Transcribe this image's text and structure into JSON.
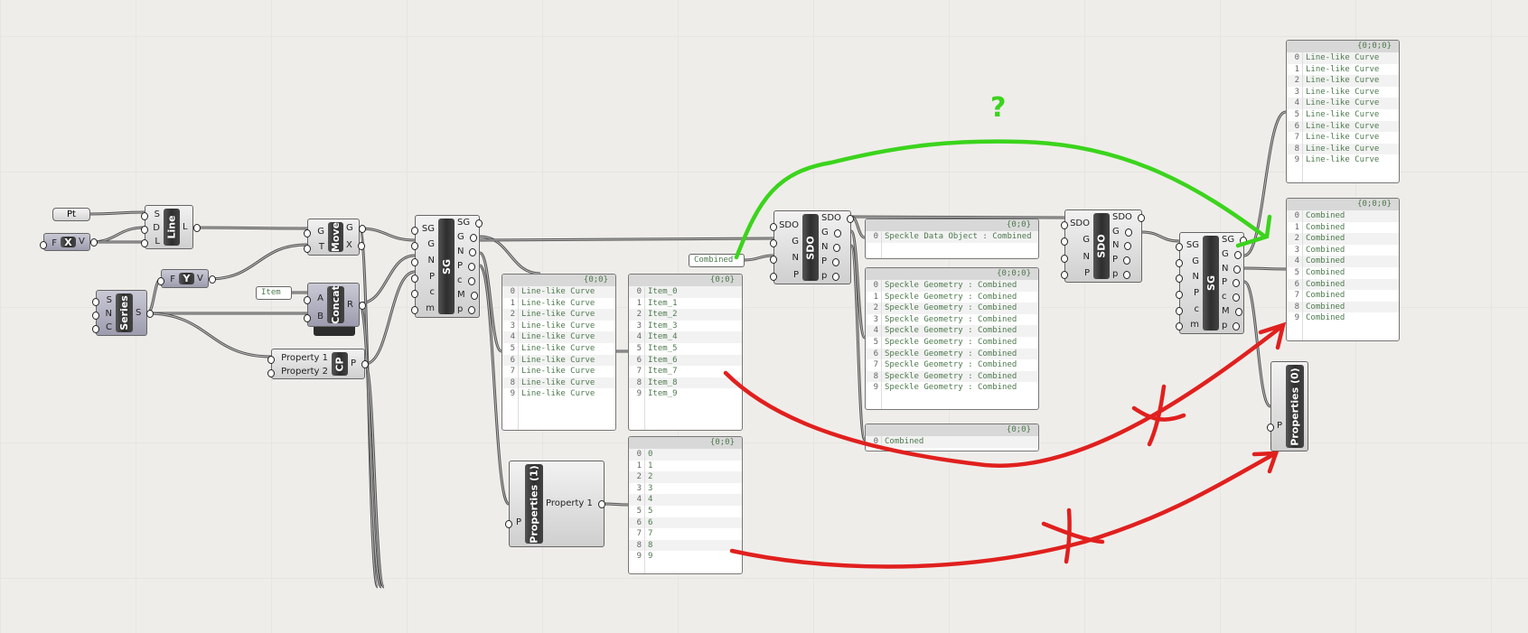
{
  "components": {
    "pt": {
      "title": "Pt"
    },
    "x": {
      "title": "X",
      "inputs": [
        "F"
      ],
      "outputs": [
        "V"
      ]
    },
    "y": {
      "title": "Y",
      "inputs": [
        "F"
      ],
      "outputs": [
        "V"
      ]
    },
    "line": {
      "title": "Line",
      "inputs": [
        "S",
        "D",
        "L"
      ],
      "outputs": [
        "L"
      ]
    },
    "move": {
      "title": "Move",
      "inputs": [
        "G",
        "T"
      ],
      "outputs": [
        "G",
        "X"
      ]
    },
    "series": {
      "title": "Series",
      "inputs": [
        "S",
        "N",
        "C"
      ],
      "outputs": [
        "S"
      ]
    },
    "concat": {
      "title": "Concat",
      "inputs": [
        "A",
        "B"
      ],
      "outputs": [
        "R"
      ]
    },
    "cp": {
      "title": "CP",
      "inputs": [
        "Property 1",
        "Property 2"
      ],
      "outputs": [
        "P"
      ]
    },
    "sg1": {
      "title": "SG",
      "inputs": [
        "SG",
        "G",
        "N",
        "P",
        "c",
        "m"
      ],
      "outputs": [
        "SG",
        "G",
        "N",
        "P",
        "c",
        "M",
        "p"
      ]
    },
    "props1": {
      "title": "Properties (1)",
      "inputs": [
        "P"
      ],
      "outputs": [
        "Property 1"
      ]
    },
    "sdo1": {
      "title": "SDO",
      "inputs": [
        "SDO",
        "G",
        "N",
        "P"
      ],
      "outputs": [
        "SDO",
        "G",
        "N",
        "P",
        "p"
      ]
    },
    "sdo2": {
      "title": "SDO",
      "inputs": [
        "SDO",
        "G",
        "N",
        "P"
      ],
      "outputs": [
        "SDO",
        "G",
        "N",
        "P",
        "p"
      ]
    },
    "sg2": {
      "title": "SG",
      "inputs": [
        "SG",
        "G",
        "N",
        "P",
        "c",
        "m"
      ],
      "outputs": [
        "SG",
        "G",
        "N",
        "P",
        "c",
        "M",
        "p"
      ]
    },
    "props0": {
      "title": "Properties (0)",
      "inputs": [
        "P"
      ],
      "outputs": []
    }
  },
  "text_inputs": {
    "item": "Item",
    "combined": "Combined"
  },
  "panels": {
    "curves": {
      "path": "{0;0}",
      "items": [
        "Line-like Curve",
        "Line-like Curve",
        "Line-like Curve",
        "Line-like Curve",
        "Line-like Curve",
        "Line-like Curve",
        "Line-like Curve",
        "Line-like Curve",
        "Line-like Curve",
        "Line-like Curve"
      ]
    },
    "names": {
      "path": "{0;0}",
      "items": [
        "Item_0",
        "Item_1",
        "Item_2",
        "Item_3",
        "Item_4",
        "Item_5",
        "Item_6",
        "Item_7",
        "Item_8",
        "Item_9"
      ]
    },
    "numbers": {
      "path": "{0;0}",
      "items": [
        "0",
        "1",
        "2",
        "3",
        "4",
        "5",
        "6",
        "7",
        "8",
        "9"
      ]
    },
    "sdo": {
      "path": "{0;0}",
      "items": [
        "Speckle Data Object : Combined"
      ]
    },
    "geometry": {
      "path": "{0;0;0}",
      "items": [
        "Speckle Geometry : Combined",
        "Speckle Geometry : Combined",
        "Speckle Geometry : Combined",
        "Speckle Geometry : Combined",
        "Speckle Geometry : Combined",
        "Speckle Geometry : Combined",
        "Speckle Geometry : Combined",
        "Speckle Geometry : Combined",
        "Speckle Geometry : Combined",
        "Speckle Geometry : Combined"
      ]
    },
    "combined_small": {
      "path": "{0;0}",
      "items": [
        "Combined"
      ]
    },
    "out_curves": {
      "path": "{0;0;0}",
      "items": [
        "Line-like Curve",
        "Line-like Curve",
        "Line-like Curve",
        "Line-like Curve",
        "Line-like Curve",
        "Line-like Curve",
        "Line-like Curve",
        "Line-like Curve",
        "Line-like Curve",
        "Line-like Curve"
      ]
    },
    "out_names": {
      "path": "{0;0;0}",
      "items": [
        "Combined",
        "Combined",
        "Combined",
        "Combined",
        "Combined",
        "Combined",
        "Combined",
        "Combined",
        "Combined",
        "Combined"
      ]
    }
  },
  "annotations": {
    "question": "?",
    "green": "#3bd41c",
    "red": "#e0201e"
  }
}
